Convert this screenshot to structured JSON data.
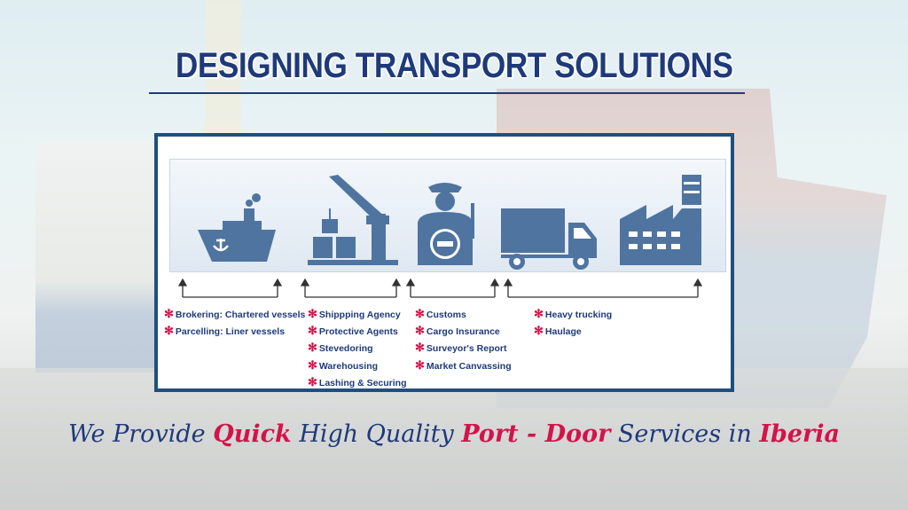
{
  "title": "DESIGNING TRANSPORT SOLUTIONS",
  "icons": {
    "ship": "ship-icon",
    "crane": "crane-icon",
    "customs": "customs-officer-icon",
    "truck": "truck-icon",
    "factory": "factory-icon"
  },
  "services": {
    "shipping": [
      "Brokering: Chartered vessels",
      "Parcelling: Liner vessels"
    ],
    "agency": [
      "Shippping Agency",
      "Protective Agents",
      "Stevedoring",
      "Warehousing",
      "Lashing & Securing"
    ],
    "customs": [
      "Customs",
      "Cargo Insurance",
      "Surveyor's Report",
      "Market Canvassing"
    ],
    "trucking": [
      "Heavy trucking",
      "Haulage"
    ]
  },
  "tagline": {
    "part1": "We Provide ",
    "quick": "Quick",
    "part2": " High Quality ",
    "port_door": "Port - Door",
    "part3": " Services in ",
    "iberia": "Iberia"
  },
  "colors": {
    "navy": "#1e3a7a",
    "icon_blue": "#4f74a0",
    "accent_red": "#d2144a",
    "panel_border": "#1f4f7e"
  },
  "star_glyph": "✻"
}
